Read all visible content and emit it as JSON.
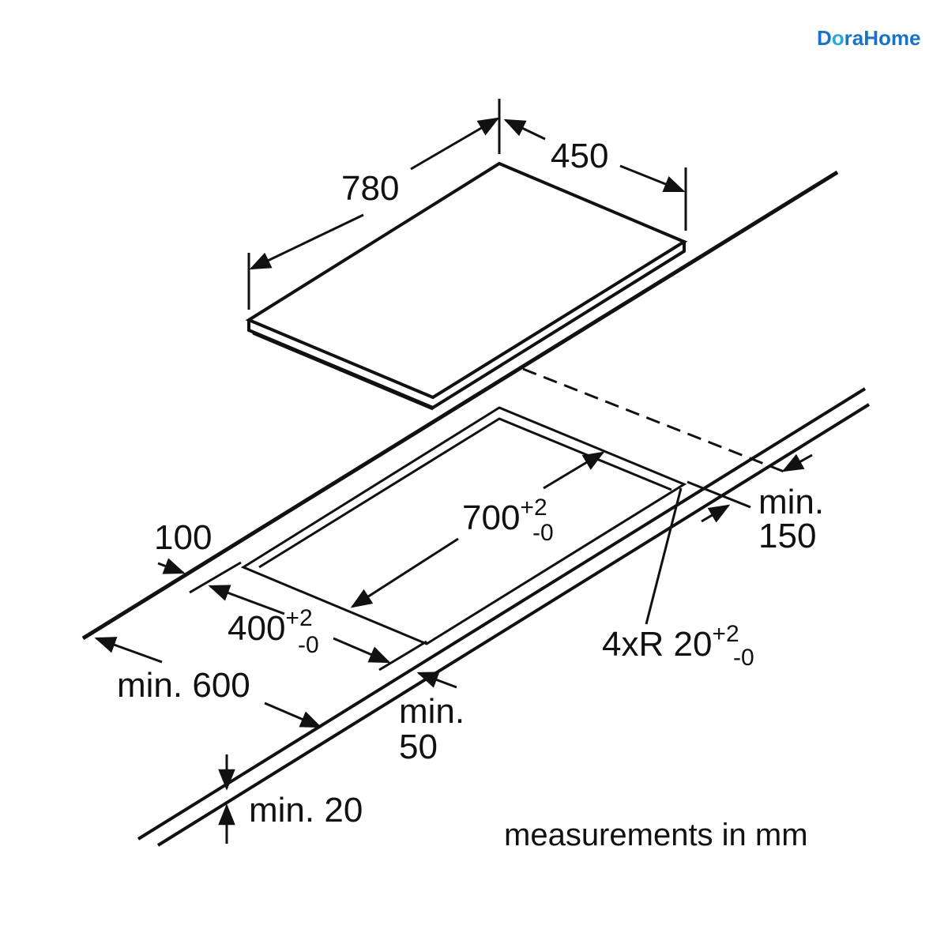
{
  "brand": {
    "text_pre": "D",
    "text_mid": "o",
    "text_post": "raHome",
    "color": "#1a73c9",
    "accent": "#2aa8e0"
  },
  "hob": {
    "length": "780",
    "depth": "450"
  },
  "cutout": {
    "length": "700",
    "length_tol_plus": "+2",
    "length_tol_minus": "-0",
    "width": "400",
    "width_tol_plus": "+2",
    "width_tol_minus": "-0",
    "radius_prefix": "4xR 20",
    "radius_tol_plus": "+2",
    "radius_tol_minus": "-0"
  },
  "clearances": {
    "front": "100",
    "wall_label": "min.",
    "wall_value": "150",
    "back_label": "min.",
    "back_value": "50",
    "worktop_depth": "min. 600",
    "worktop_thickness": "min. 20"
  },
  "note": "measurements in mm",
  "colors": {
    "line": "#111111",
    "background": "#ffffff"
  }
}
